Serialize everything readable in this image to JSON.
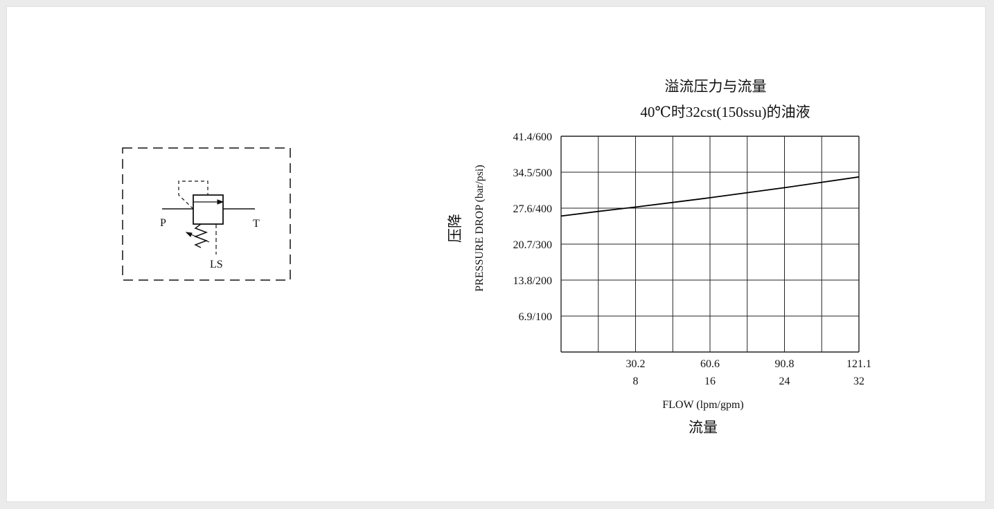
{
  "symbol": {
    "port_p": "P",
    "port_t": "T",
    "port_ls": "LS"
  },
  "chart_data": {
    "type": "line",
    "title": "溢流压力与流量",
    "subtitle": "40℃时32cst(150ssu)的油液",
    "xlabel": "FLOW (lpm/gpm)",
    "xlabel_cn": "流量",
    "ylabel": "PRESSURE DROP (bar/psi)",
    "ylabel_cn": "压降",
    "xlim": [
      0,
      32
    ],
    "ylim": [
      0,
      600
    ],
    "x_ticks": [
      {
        "value": 8,
        "label_top": "30.2",
        "label_bottom": "8"
      },
      {
        "value": 16,
        "label_top": "60.6",
        "label_bottom": "16"
      },
      {
        "value": 24,
        "label_top": "90.8",
        "label_bottom": "24"
      },
      {
        "value": 32,
        "label_top": "121.1",
        "label_bottom": "32"
      }
    ],
    "y_ticks": [
      {
        "value": 100,
        "label": "6.9/100"
      },
      {
        "value": 200,
        "label": "13.8/200"
      },
      {
        "value": 300,
        "label": "20.7/300"
      },
      {
        "value": 400,
        "label": "27.6/400"
      },
      {
        "value": 500,
        "label": "34.5/500"
      },
      {
        "value": 600,
        "label": "41.4/600"
      }
    ],
    "grid": true,
    "series": [
      {
        "x": [
          0,
          4,
          8,
          12,
          16,
          20,
          24,
          28,
          32
        ],
        "values": [
          378,
          391,
          403,
          416,
          429,
          443,
          457,
          472,
          487
        ]
      }
    ]
  }
}
